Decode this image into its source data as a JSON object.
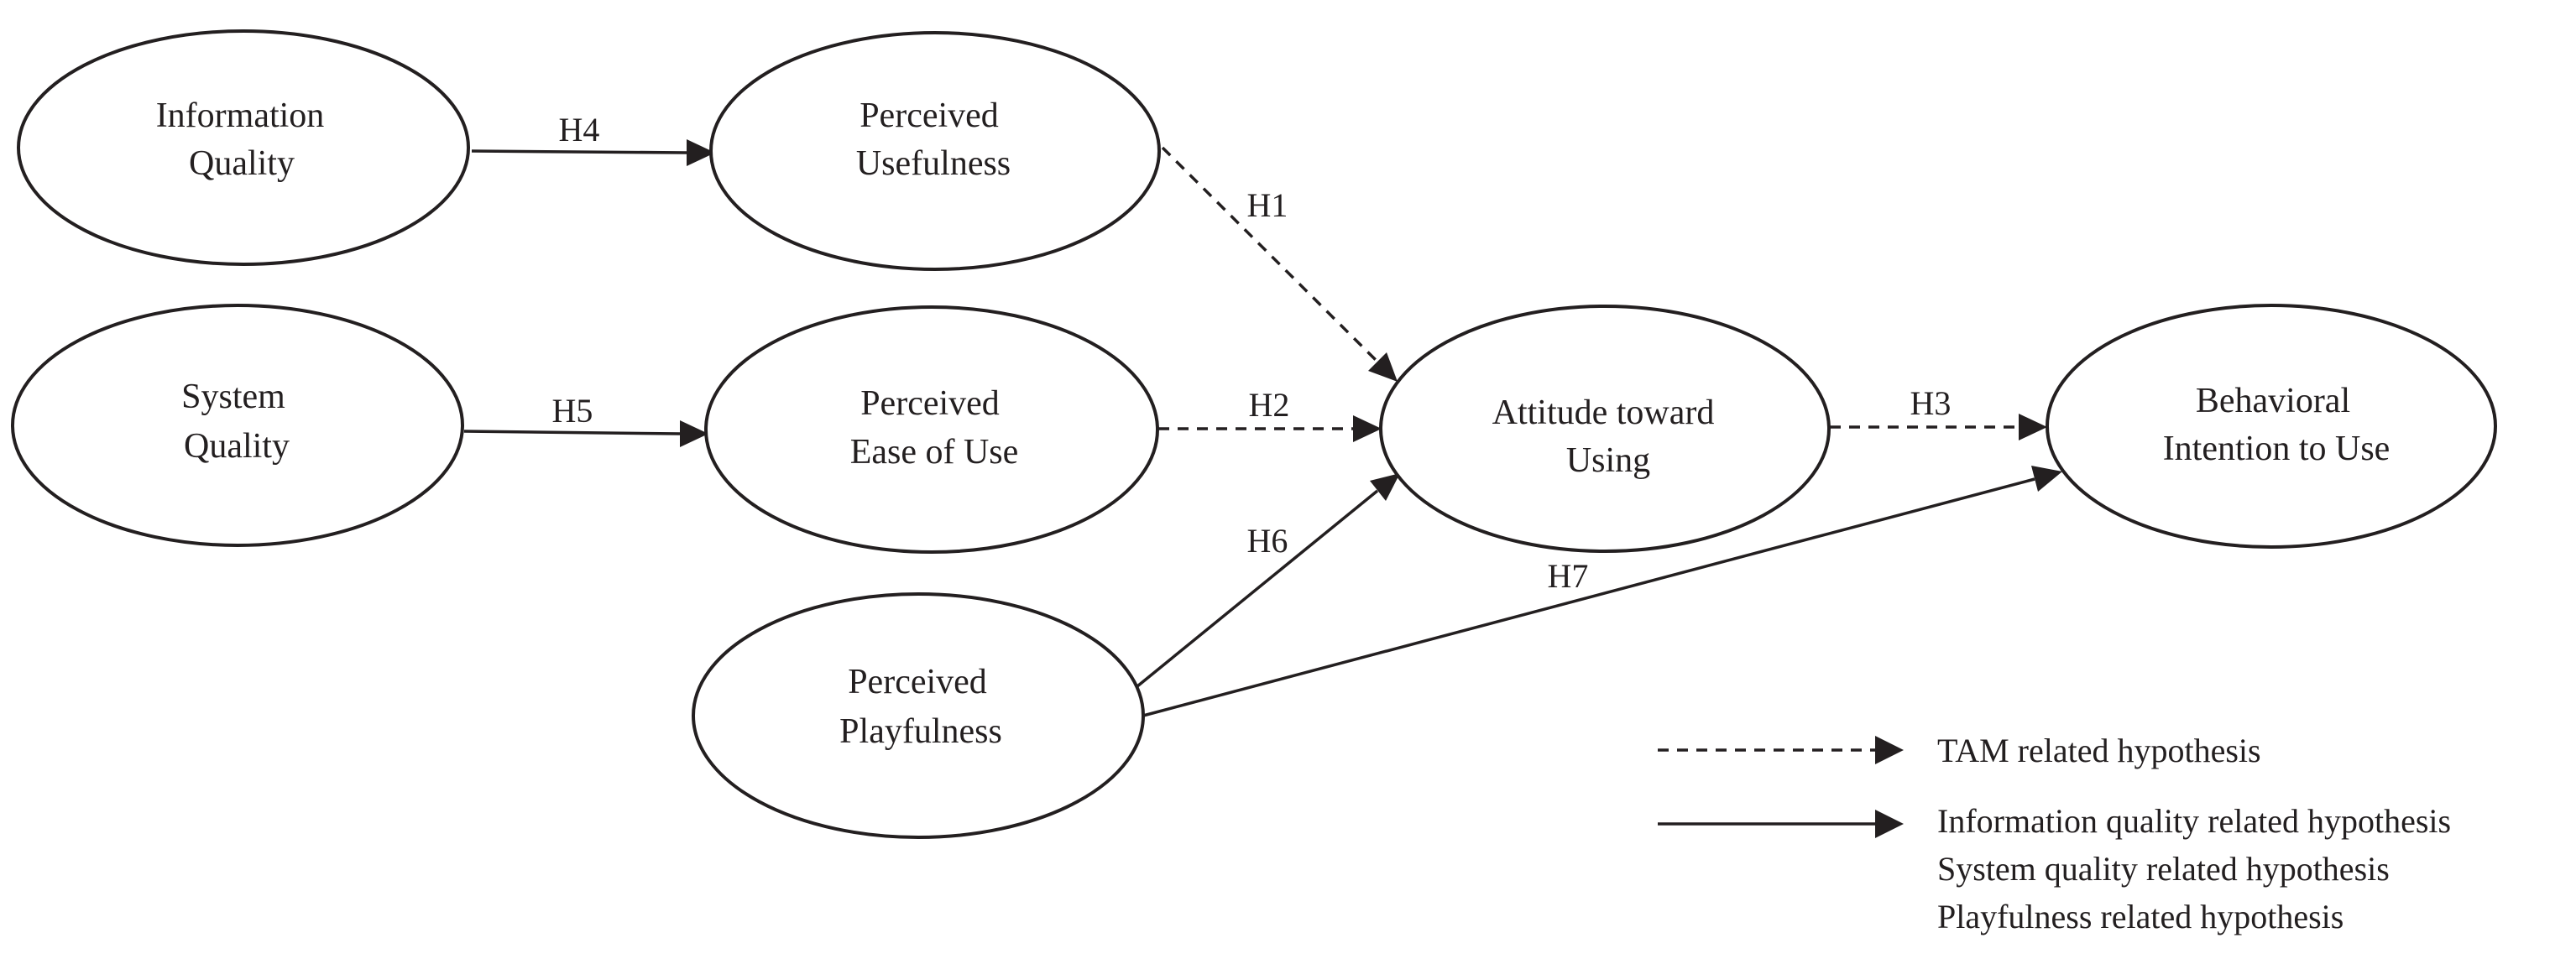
{
  "diagram": {
    "nodes": [
      {
        "id": "information-quality",
        "lines": [
          "Information",
          "Quality"
        ]
      },
      {
        "id": "system-quality",
        "lines": [
          "System",
          "Quality"
        ]
      },
      {
        "id": "perceived-usefulness",
        "lines": [
          "Perceived",
          "Usefulness"
        ]
      },
      {
        "id": "perceived-ease-of-use",
        "lines": [
          "Perceived",
          "Ease of Use"
        ]
      },
      {
        "id": "perceived-playfulness",
        "lines": [
          "Perceived",
          "Playfulness"
        ]
      },
      {
        "id": "attitude-toward-using",
        "lines": [
          "Attitude toward",
          "Using"
        ]
      },
      {
        "id": "behavioral-intention",
        "lines": [
          "Behavioral",
          "Intention to Use"
        ]
      }
    ],
    "edges": [
      {
        "id": "h4",
        "label": "H4",
        "from": "information-quality",
        "to": "perceived-usefulness",
        "style": "solid"
      },
      {
        "id": "h5",
        "label": "H5",
        "from": "system-quality",
        "to": "perceived-ease-of-use",
        "style": "solid"
      },
      {
        "id": "h1",
        "label": "H1",
        "from": "perceived-usefulness",
        "to": "attitude-toward-using",
        "style": "dashed"
      },
      {
        "id": "h2",
        "label": "H2",
        "from": "perceived-ease-of-use",
        "to": "attitude-toward-using",
        "style": "dashed"
      },
      {
        "id": "h3",
        "label": "H3",
        "from": "attitude-toward-using",
        "to": "behavioral-intention",
        "style": "dashed"
      },
      {
        "id": "h6",
        "label": "H6",
        "from": "perceived-playfulness",
        "to": "attitude-toward-using",
        "style": "solid"
      },
      {
        "id": "h7",
        "label": "H7",
        "from": "perceived-playfulness",
        "to": "behavioral-intention",
        "style": "solid"
      }
    ]
  },
  "legend": {
    "dashed_style": "dashed",
    "dashed_lines": [
      "TAM related hypothesis"
    ],
    "solid_style": "solid",
    "solid_lines": [
      "Information quality related hypothesis",
      "System quality related hypothesis",
      "Playfulness related hypothesis"
    ]
  },
  "colors": {
    "stroke": "#231f20",
    "background": "#ffffff"
  }
}
